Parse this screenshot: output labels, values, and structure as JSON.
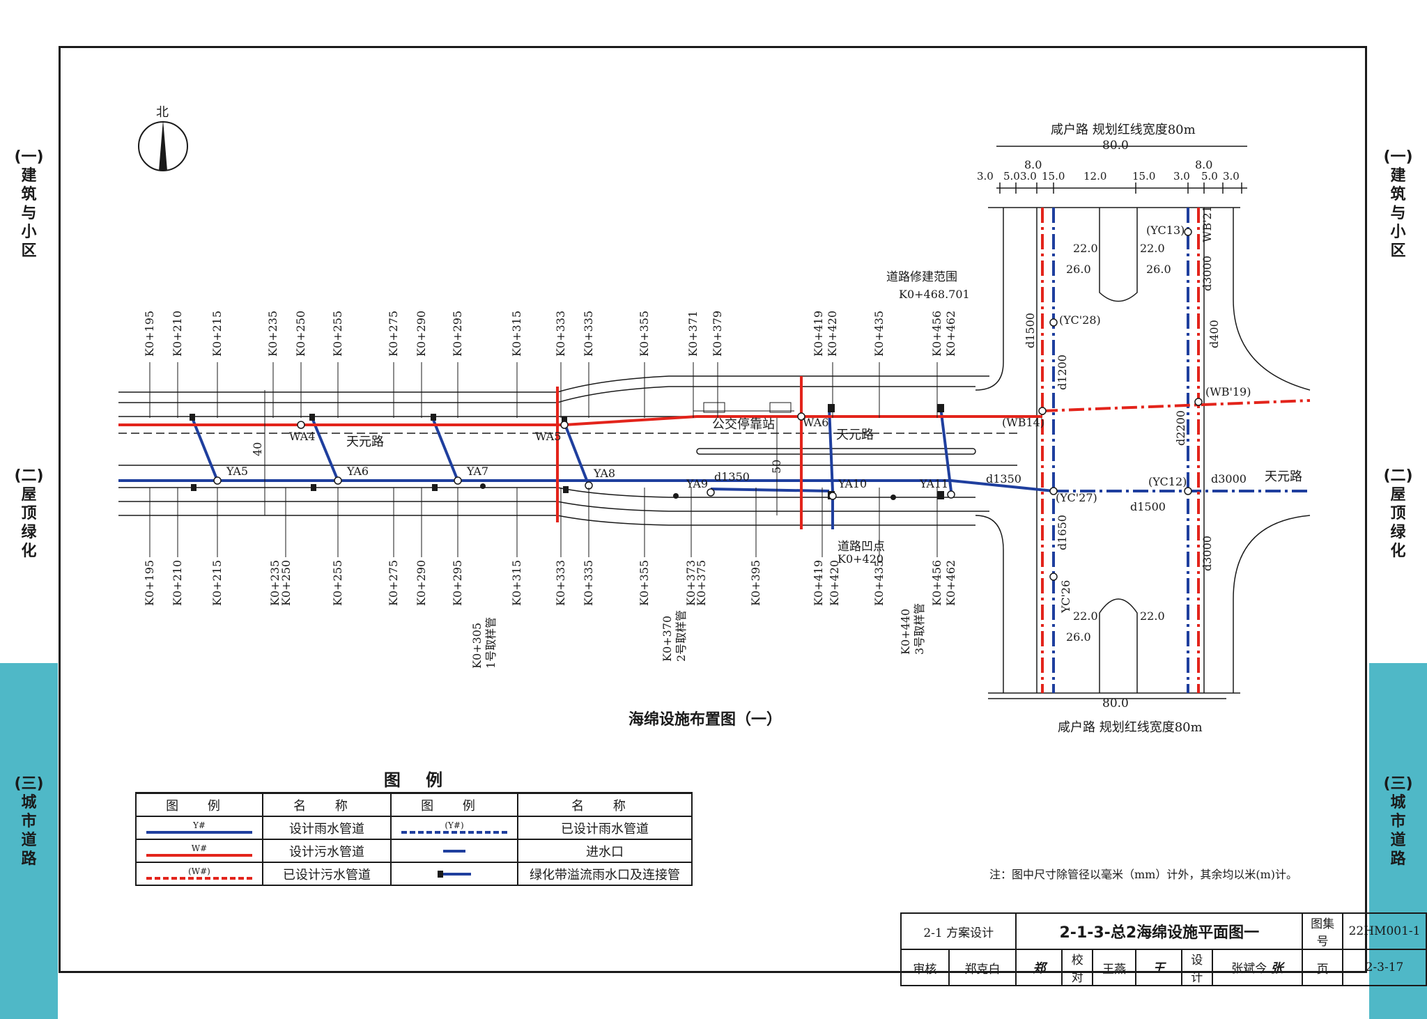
{
  "side_tabs": {
    "t1": [
      "(一)",
      "建",
      "筑",
      "与",
      "小",
      "区"
    ],
    "t2": [
      "(二)",
      "屋",
      "顶",
      "绿",
      "化"
    ],
    "t3": [
      "(三)",
      "城",
      "市",
      "道",
      "路"
    ]
  },
  "drawing": {
    "north": "北",
    "title": "海绵设施布置图（一）",
    "road_name": "天元路",
    "cross_road": "咸户路 规划红线宽度80m",
    "total_width": "80.0",
    "dims_top_small": [
      "3.0",
      "5.0",
      "3.0",
      "15.0",
      "12.0",
      "15.0",
      "3.0",
      "5.0",
      "3.0"
    ],
    "dims_8": "8.0",
    "dims_22": "22.0",
    "dims_26": "26.0",
    "repair_range": "道路修建范围",
    "repair_station": "K0+468.701",
    "bus_stop": "公交停靠站",
    "low_point": "道路凹点",
    "low_point_station": "K0+420",
    "dim_40": "40",
    "dim_50": "50",
    "stations_top": [
      "K0+195",
      "K0+210",
      "K0+215",
      "K0+235",
      "K0+250",
      "K0+255",
      "K0+275",
      "K0+290",
      "K0+295",
      "K0+315",
      "K0+333",
      "K0+335",
      "K0+355",
      "K0+371",
      "K0+379",
      "K0+419",
      "K0+420",
      "K0+435",
      "K0+456",
      "K0+462"
    ],
    "stations_bottom": [
      "K0+195",
      "K0+210",
      "K0+215",
      "K0+235",
      "K0+250",
      "K0+255",
      "K0+275",
      "K0+290",
      "K0+295",
      "K0+315",
      "K0+333",
      "K0+335",
      "K0+355",
      "K0+373",
      "K0+375",
      "K0+395",
      "K0+419",
      "K0+420",
      "K0+435",
      "K0+456",
      "K0+462"
    ],
    "samplers": [
      "K0+305",
      "1号取样管",
      "K0+370",
      "2号取样管",
      "K0+440",
      "3号取样管"
    ],
    "nodes_rain": [
      "YA5",
      "YA6",
      "YA7",
      "YA8",
      "YA9",
      "YA10",
      "YA11"
    ],
    "nodes_sewage": [
      "WA4",
      "WA5",
      "WA6"
    ],
    "nodes_existing": [
      "(YC13)",
      "(YC'28)",
      "(YC'27)",
      "(YC12)",
      "YC'26",
      "(WB14)",
      "(WB'19)",
      "WB'21"
    ],
    "pipes": [
      "d1350",
      "d1350",
      "d1500",
      "d1200",
      "d1500",
      "d1650",
      "d3000",
      "d3000",
      "d3000",
      "d2200",
      "d400"
    ]
  },
  "legend": {
    "title": "图 例",
    "headers": [
      "图 例",
      "名 称",
      "图 例",
      "名 称"
    ],
    "rows": [
      {
        "sym1": "Y#",
        "name1": "设计雨水管道",
        "sym2": "(Y#)",
        "name2": "已设计雨水管道"
      },
      {
        "sym1": "W#",
        "name1": "设计污水管道",
        "sym2": "",
        "name2": "进水口"
      },
      {
        "sym1": "(W#)",
        "name1": "已设计污水管道",
        "sym2": "",
        "name2": "绿化带溢流雨水口及连接管"
      }
    ]
  },
  "note": "注：图中尺寸除管径以毫米（mm）计外，其余均以米(m)计。",
  "title_block": {
    "section": "2-1 方案设计",
    "drawing_title": "2-1-3-总2海绵设施平面图一",
    "atlas_label": "图集号",
    "atlas_no": "22HM001-1",
    "review_label": "审核",
    "reviewer": "郑克白",
    "check_label": "校对",
    "checker": "王燕",
    "design_label": "设计",
    "designer": "张斌今",
    "page_label": "页",
    "page_no": "2-3-17"
  },
  "colors": {
    "rain": "#1f3f9e",
    "sewage": "#e3241b",
    "tab": "#4fb8c7"
  }
}
